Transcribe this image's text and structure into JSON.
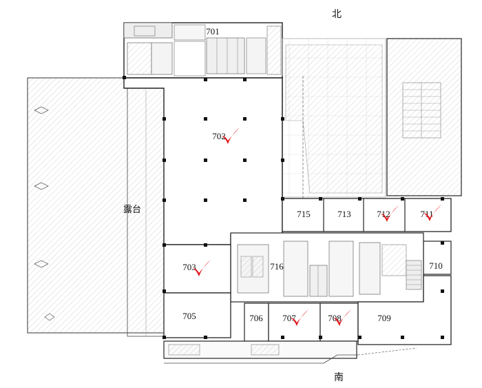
{
  "compass": {
    "north": "北",
    "south": "南"
  },
  "terrace": {
    "label": "露台"
  },
  "rooms": [
    {
      "id": "701",
      "label": "701",
      "selected": false
    },
    {
      "id": "702",
      "label": "702",
      "selected": true
    },
    {
      "id": "703",
      "label": "703",
      "selected": true
    },
    {
      "id": "705",
      "label": "705",
      "selected": false
    },
    {
      "id": "706",
      "label": "706",
      "selected": false
    },
    {
      "id": "707",
      "label": "707",
      "selected": true
    },
    {
      "id": "708",
      "label": "708",
      "selected": true
    },
    {
      "id": "709",
      "label": "709",
      "selected": false
    },
    {
      "id": "710",
      "label": "710",
      "selected": false
    },
    {
      "id": "711",
      "label": "711",
      "selected": true
    },
    {
      "id": "712",
      "label": "712",
      "selected": true
    },
    {
      "id": "713",
      "label": "713",
      "selected": false
    },
    {
      "id": "715",
      "label": "715",
      "selected": false
    },
    {
      "id": "716",
      "label": "716",
      "selected": false
    }
  ],
  "colors": {
    "wall": "#222222",
    "hatch": "#9a9a9a",
    "checkmark": "#e3151b",
    "column": "#111111"
  },
  "icons": {
    "selected_marker": "check-mark-icon"
  }
}
